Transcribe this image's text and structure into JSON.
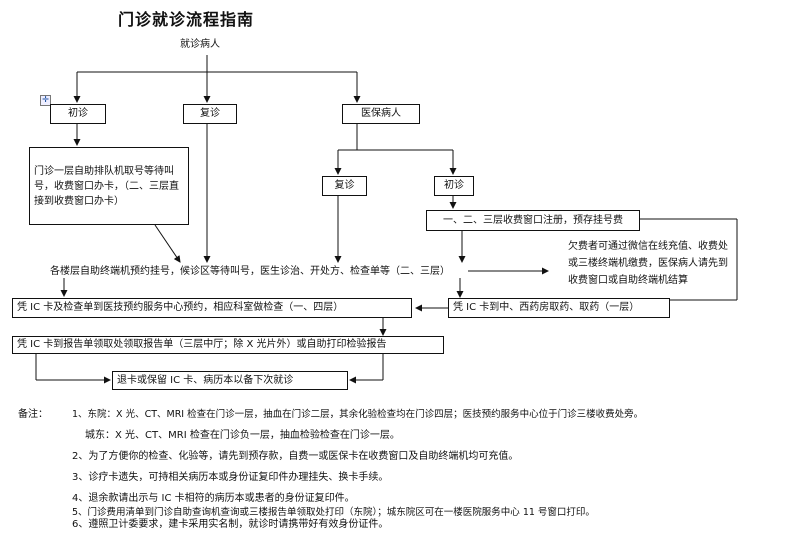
{
  "title": "门诊就诊流程指南",
  "patient_label": "就诊病人",
  "branches": {
    "first_visit": "初诊",
    "return_visit": "复诊",
    "insured": "医保病人"
  },
  "insured_branches": {
    "return_visit": "复诊",
    "first_visit": "初诊"
  },
  "first_visit_box": "门诊一层自助排队机取号等待叫号，收费窗口办卡，（二、三层直接到收费窗口办卡）",
  "insured_counter_box": "一、二、三层收费窗口注册，预存挂号费",
  "side_note": "欠费者可通过微信在线充值、收费处或三楼终端机缴费，医保病人请先到收费窗口或自助终端机结算",
  "register_row": "各楼层自助终端机预约挂号，候诊区等待叫号，医生诊治、开处方、检查单等（二、三层）",
  "exam_box": "凭 IC 卡及检查单到医技预约服务中心预约，相应科室做检查（一、四层）",
  "pharmacy_box": "凭 IC 卡到中、西药房取药、取药（一层）",
  "report_box": "凭 IC 卡到报告单领取处领取报告单（三层中厅；除 X 光片外）或自助打印检验报告",
  "final_box": "退卡或保留 IC 卡、病历本以备下次就诊",
  "notes": {
    "label": "备注：",
    "items": [
      "1、东院：X 光、CT、MRI 检查在门诊一层，抽血在门诊二层，其余化验检查均在门诊四层；医技预约服务中心位于门诊三楼收费处旁。",
      "城东：X 光、CT、MRI 检查在门诊负一层，抽血检验检查在门诊一层。",
      "2、为了方便你的检查、化验等，请先到预存款，自费一或医保卡在收费窗口及自助终端机均可充值。",
      "3、诊疗卡遗失，可持相关病历本或身份证复印件办理挂失、换卡手续。",
      "4、退余款请出示与 IC 卡相符的病历本或患者的身份证复印件。",
      "5、门诊费用清单到门诊自助查询机查询或三楼报告单领取处打印（东院）；城东院区可在一楼医院服务中心 11 号窗口打印。",
      "6、遵照卫计委要求，建卡采用实名制，就诊时请携带好有效身份证件。"
    ]
  }
}
